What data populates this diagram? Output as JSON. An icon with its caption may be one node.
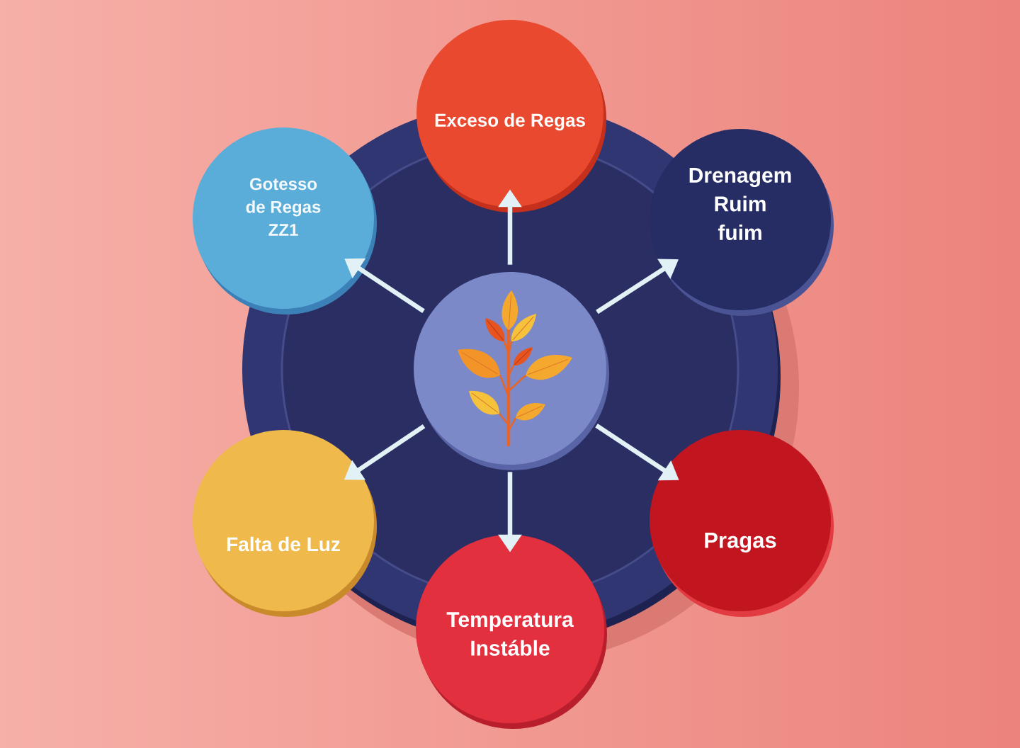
{
  "diagram": {
    "nodes": [
      {
        "text": [
          "Exceso de Regas"
        ]
      },
      {
        "text": [
          "Gotesso de Regas ZZ1"
        ]
      },
      {
        "text": [
          "Drenagem Ruim fuim"
        ]
      },
      {
        "text": [],
        "shape": "circle"
      },
      {
        "text": [
          "Falta de Luz"
        ]
      },
      {
        "text": [
          "Pragas"
        ]
      },
      {
        "text": [
          "Temperatura Instáble"
        ]
      }
    ],
    "edges": [
      {
        "from": 3,
        "to": 0,
        "arrow": "to"
      },
      {
        "from": 3,
        "to": 1,
        "arrow": "to"
      },
      {
        "from": 3,
        "to": 2,
        "arrow": "to"
      },
      {
        "from": 3,
        "to": 4,
        "arrow": "to"
      },
      {
        "from": 3,
        "to": 5,
        "arrow": "to"
      },
      {
        "from": 3,
        "to": 6,
        "arrow": "to"
      }
    ]
  }
}
